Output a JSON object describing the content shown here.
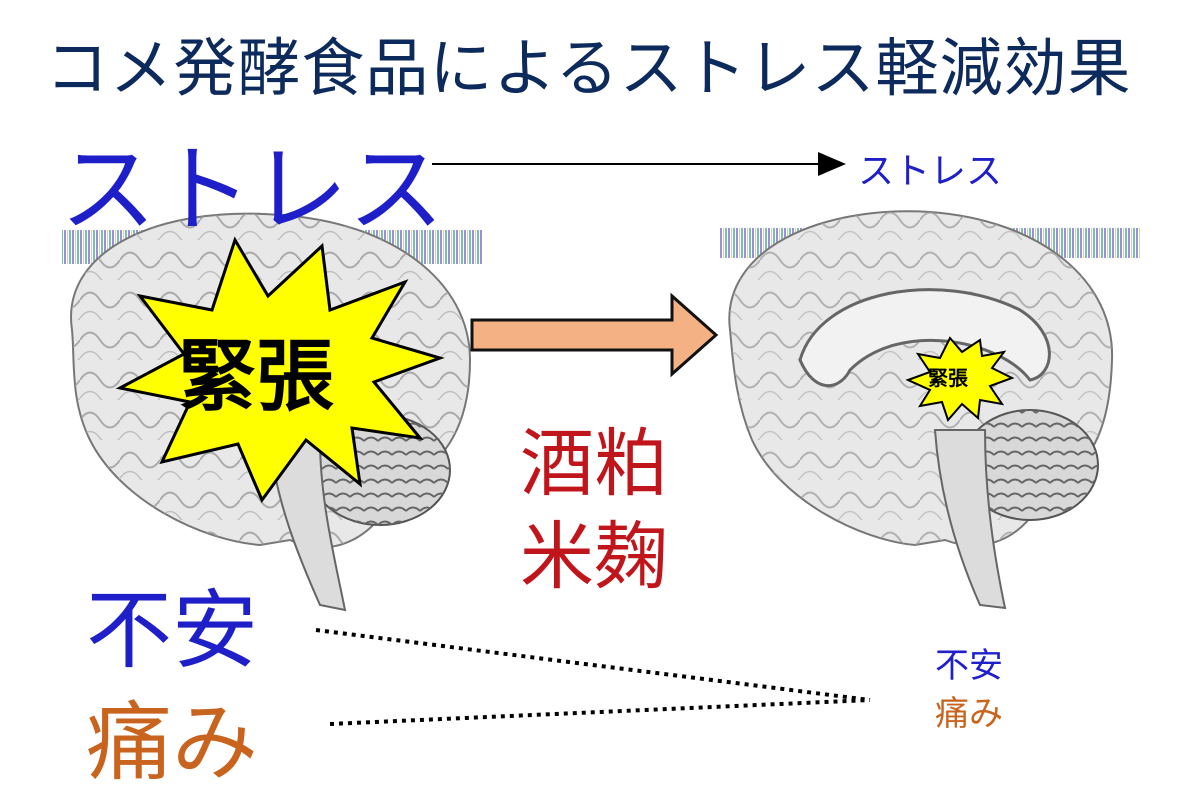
{
  "title": "コメ発酵食品によるストレス軽減効果",
  "left": {
    "stress_label": "ストレス",
    "tension_label": "緊張",
    "anxiety_label": "不安",
    "pain_label": "痛み"
  },
  "right": {
    "stress_label": "ストレス",
    "tension_label": "緊張",
    "anxiety_label": "不安",
    "pain_label": "痛み"
  },
  "treatment": {
    "line1": "酒粕",
    "line2": "米麹"
  },
  "colors": {
    "title": "#0d2a5c",
    "blue_text": "#1e1fc8",
    "red_text": "#c0161b",
    "orange_text": "#c8641e",
    "burst_fill": "#ffff00",
    "arrow_fill": "#f4b183"
  }
}
